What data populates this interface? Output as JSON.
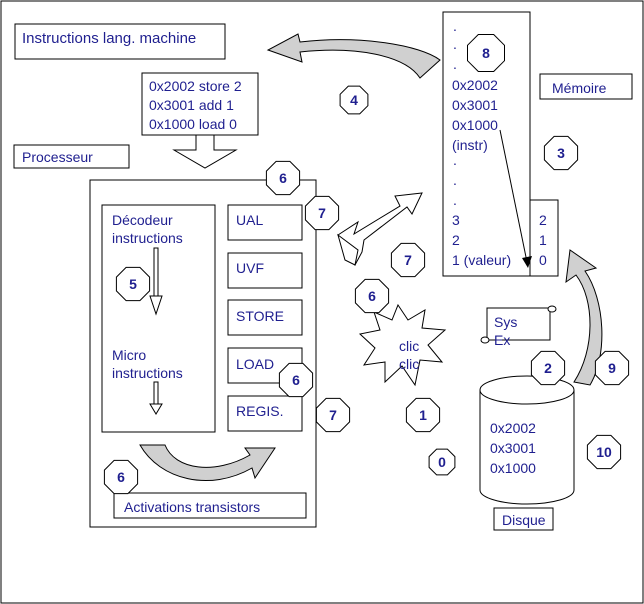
{
  "labels": {
    "instructions_title": "Instructions lang. machine",
    "memoire": "Mémoire",
    "processeur": "Processeur",
    "disque": "Disque",
    "activations": "Activations transistors",
    "decodeur": "Décodeur instructions",
    "micro": "Micro instructions",
    "ual": "UAL",
    "uvf": "UVF",
    "store": "STORE",
    "load": "LOAD",
    "regis": "REGIS.",
    "clic1": "clic",
    "clic2": "clic",
    "sysex1": "Sys",
    "sysex2": "Ex"
  },
  "program": [
    "0x2002 store 2",
    "0x3001 add 1",
    "0x1000 load 0"
  ],
  "memory": {
    "top_dots": [
      ".",
      ".",
      "."
    ],
    "addresses": [
      "0x2002",
      "0x3001",
      "0x1000",
      "(instr)"
    ],
    "mid_dots": [
      ".",
      ".",
      "."
    ],
    "data_rows": [
      "3",
      "2",
      "1 (valeur)"
    ],
    "indices": [
      "2",
      "1",
      "0"
    ]
  },
  "disk_lines": [
    "0x2002",
    "0x3001",
    "0x1000"
  ],
  "badges": [
    "8",
    "4",
    "3",
    "6",
    "7",
    "7",
    "6",
    "5",
    "6",
    "7",
    "2",
    "9",
    "1",
    "0",
    "10",
    "6"
  ],
  "colors": {
    "text": "#1f1f8f",
    "badge_text": "#1f1f8f",
    "arrow_fill": "#d0d0d0"
  }
}
